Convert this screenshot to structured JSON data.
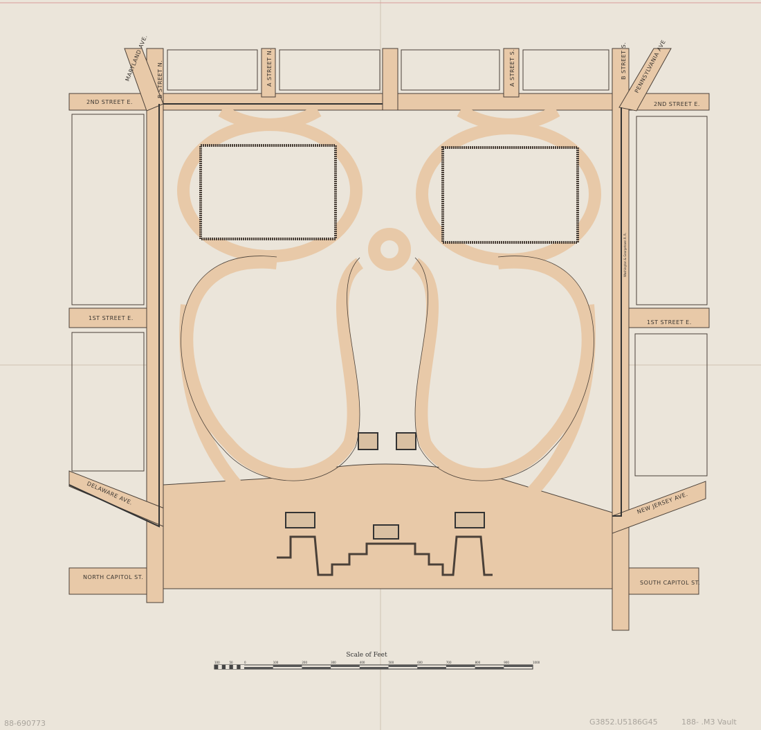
{
  "map": {
    "streets": {
      "second_street_e_left": "2ND STREET E.",
      "second_street_e_right": "2ND STREET E.",
      "first_street_e_left": "1ST STREET E.",
      "first_street_e_right": "1ST STREET E.",
      "maryland_ave": "MARYLAND AVE.",
      "b_street_n": "B STREET N.",
      "a_street_n": "A STREET N.",
      "a_street_s": "A STREET S.",
      "b_street_s": "B STREET S.",
      "pennsylvania_ave": "PENNSYLVANIA AVE",
      "delaware_ave": "DELAWARE AVE.",
      "new_jersey_ave": "NEW JERSEY AVE.",
      "north_capitol_st": "NORTH CAPITOL ST.",
      "south_capitol_st": "SOUTH CAPITOL ST.",
      "railroad": "Washington & Georgetown R. R."
    },
    "scale": {
      "title": "Scale of Feet",
      "ticks": [
        "100",
        "50",
        "0",
        "100",
        "200",
        "300",
        "400",
        "500",
        "600",
        "700",
        "800",
        "900",
        "1000"
      ]
    },
    "annotations": {
      "bottom_left": "88-690773",
      "bottom_right_call": "G3852.U5186G45",
      "bottom_right_date": "188- .M3 Vault"
    },
    "colors": {
      "paper": "#ebe5da",
      "road": "#e8c9a8",
      "ink": "#4a4038"
    }
  }
}
